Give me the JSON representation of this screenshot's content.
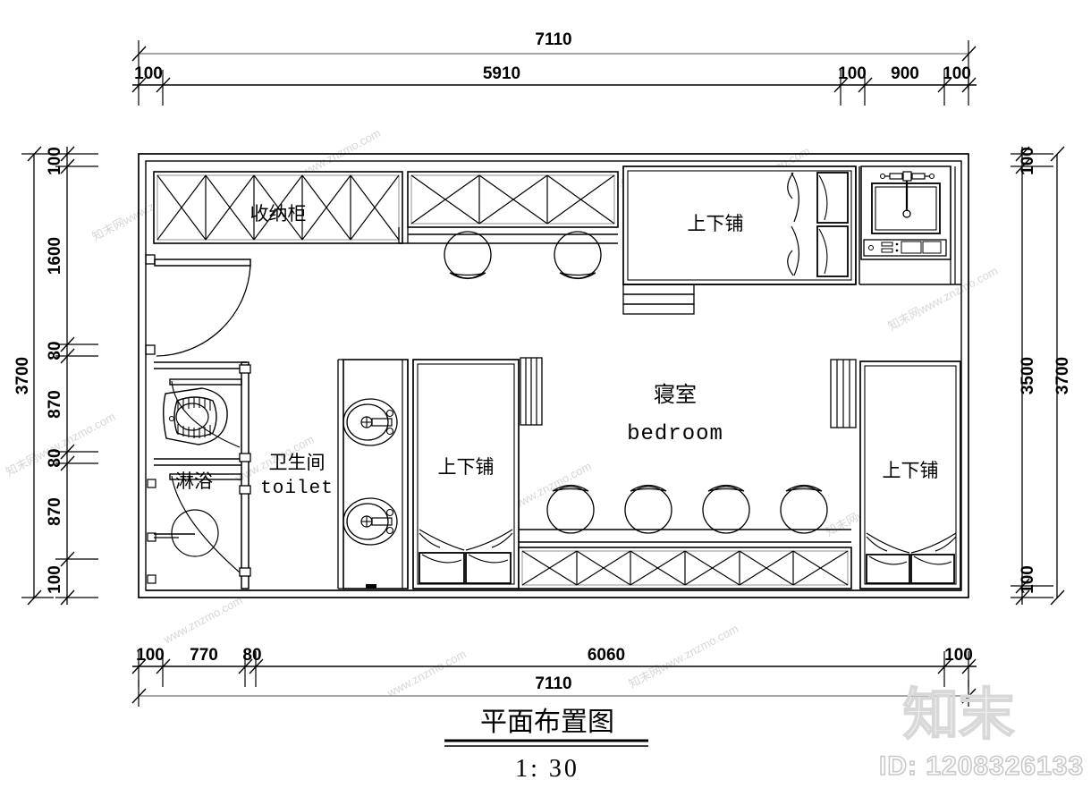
{
  "drawing": {
    "title_cn": "平面布置图",
    "scale_label": "1: 30",
    "watermark_logo": "知末",
    "watermark_id": "ID: 1208326133",
    "watermark_url_a": "www.znzmo.com",
    "watermark_url_b": "知末网www.znzmo.com"
  },
  "dimensions": {
    "top_overall": {
      "label": "7110",
      "segments": [
        "7110"
      ]
    },
    "top_chain": {
      "segments": [
        "100",
        "5910",
        "100",
        "900",
        "100"
      ]
    },
    "bottom_chain": {
      "segments": [
        "100",
        "770",
        "80",
        "6060",
        "100"
      ]
    },
    "bottom_overall": {
      "label": "7110"
    },
    "left_chain": {
      "segments": [
        "100",
        "1600",
        "80",
        "870",
        "80",
        "870",
        "100"
      ]
    },
    "left_overall": {
      "label": "3700"
    },
    "right_chain": {
      "segments": [
        "100",
        "3500",
        "100"
      ]
    },
    "right_overall": {
      "label": "3700"
    }
  },
  "rooms": [
    {
      "id": "storage-cabinet",
      "label_cn": "收纳柜",
      "label_en": ""
    },
    {
      "id": "bunk-bed-top",
      "label_cn": "上下铺",
      "label_en": ""
    },
    {
      "id": "toilet",
      "label_cn": "卫生间",
      "label_en": "toilet"
    },
    {
      "id": "shower",
      "label_cn": "淋浴",
      "label_en": ""
    },
    {
      "id": "bunk-bed-left",
      "label_cn": "上下铺",
      "label_en": ""
    },
    {
      "id": "bedroom",
      "label_cn": "寝室",
      "label_en": "bedroom"
    },
    {
      "id": "bunk-bed-right",
      "label_cn": "上下铺",
      "label_en": ""
    }
  ],
  "colors": {
    "line": "#000000",
    "thin_line": "#808080",
    "watermark": "#d5d5d5",
    "background": "#ffffff"
  }
}
